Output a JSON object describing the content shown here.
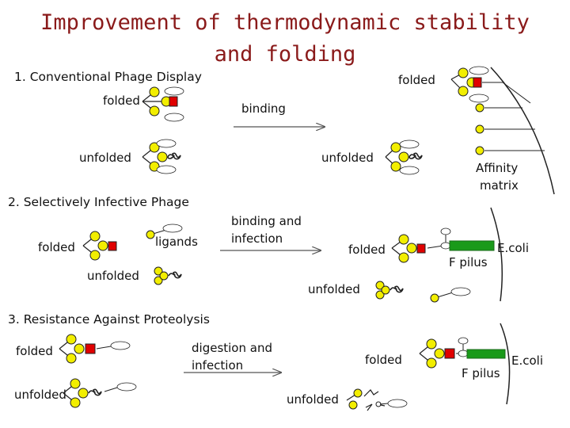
{
  "title": {
    "line1": "Improvement of thermodynamic stability",
    "line2": "and folding"
  },
  "sections": {
    "s1": {
      "heading": "1. Conventional Phage Display",
      "left_folded": "folded",
      "left_unfolded": "unfolded",
      "arrow_label": "binding",
      "right_folded": "folded",
      "right_unfolded": "unfolded",
      "matrix_label_1": "Affinity",
      "matrix_label_2": "matrix"
    },
    "s2": {
      "heading": "2. Selectively Infective Phage",
      "left_folded": "folded",
      "left_unfolded": "unfolded",
      "ligands": "ligands",
      "arrow_label_1": "binding and",
      "arrow_label_2": "infection",
      "right_folded": "folded",
      "right_unfolded": "unfolded",
      "pilus": "F pilus",
      "ecoli": "E.coli"
    },
    "s3": {
      "heading": "3. Resistance Against Proteolysis",
      "left_folded": "folded",
      "left_unfolded": "unfolded",
      "arrow_label_1": "digestion and",
      "arrow_label_2": "infection",
      "right_folded": "folded",
      "right_unfolded": "unfolded",
      "pilus": "F pilus",
      "ecoli": "E.coli"
    }
  },
  "colors": {
    "title": "#8a1a1a",
    "yellow": "#f2ee00",
    "red": "#e00000",
    "green": "#1a9a1a",
    "outline": "#222222"
  },
  "icons": {
    "gene3": "yellow-circle-cluster",
    "domain": "red-square",
    "unfolded": "scribble-blob",
    "pilus": "green-bar"
  }
}
